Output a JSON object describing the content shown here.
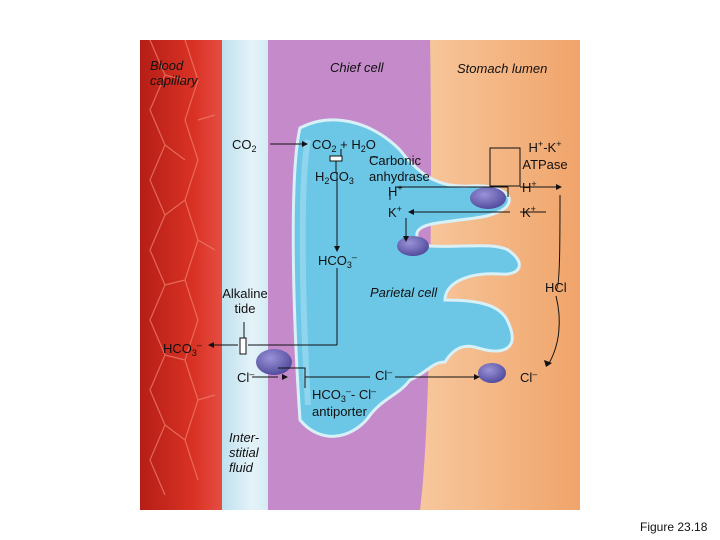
{
  "regions": {
    "blood_capillary": "Blood capillary",
    "chief_cell": "Chief cell",
    "stomach_lumen": "Stomach lumen",
    "parietal_cell": "Parietal cell",
    "interstitial_fluid": "Inter- stitial fluid"
  },
  "reaction": {
    "co2_capillary": "CO",
    "co2_capillary_sub": "2",
    "co2_cell": "CO",
    "co2_cell_sub": "2",
    "plus_h2o": " + H",
    "h2o_sub": "2",
    "h2o_o": "O",
    "h2co3_h": "H",
    "h2co3_sub1": "2",
    "h2co3_co": "CO",
    "h2co3_sub2": "3",
    "enzyme_line1": "Carbonic",
    "enzyme_line2": "anhydrase",
    "h_plus": "H",
    "k_plus": "K",
    "plus_sign": "+"
  },
  "pump": {
    "name_line1_h": "H",
    "name_line1_mid": "-K",
    "name_line2": "ATPase",
    "h_out": "H",
    "k_in": "K",
    "plus_sign": "+"
  },
  "bicarbonate": {
    "hco3_cell": "HCO",
    "hco3_cell_sub": "3",
    "hco3_cell_sup": "–",
    "hco3_fluid": "HCO",
    "hco3_fluid_sub": "3",
    "hco3_fluid_sup": "–",
    "alkaline_tide": "Alkaline tide",
    "antiporter_hco3": "HCO",
    "antiporter_sub": "3",
    "antiporter_sup": "–",
    "antiporter_cl": "- Cl",
    "antiporter_cl_sup": "–",
    "antiporter_word": "antiporter"
  },
  "chloride": {
    "cl_left": "Cl",
    "cl_left_sup": "–",
    "cl_cell": "Cl",
    "cl_cell_sup": "–",
    "cl_lumen": "Cl",
    "cl_lumen_sup": "–",
    "hcl": "HCl"
  },
  "caption": "Figure 23.18",
  "colors": {
    "capillary": "#c8281c",
    "interstitial": "#cfe8f2",
    "chief_cell": "#c58ac9",
    "lumen": "#f3b27a",
    "parietal_cell": "#6cc6e6",
    "carrier": "#6a62b8"
  }
}
